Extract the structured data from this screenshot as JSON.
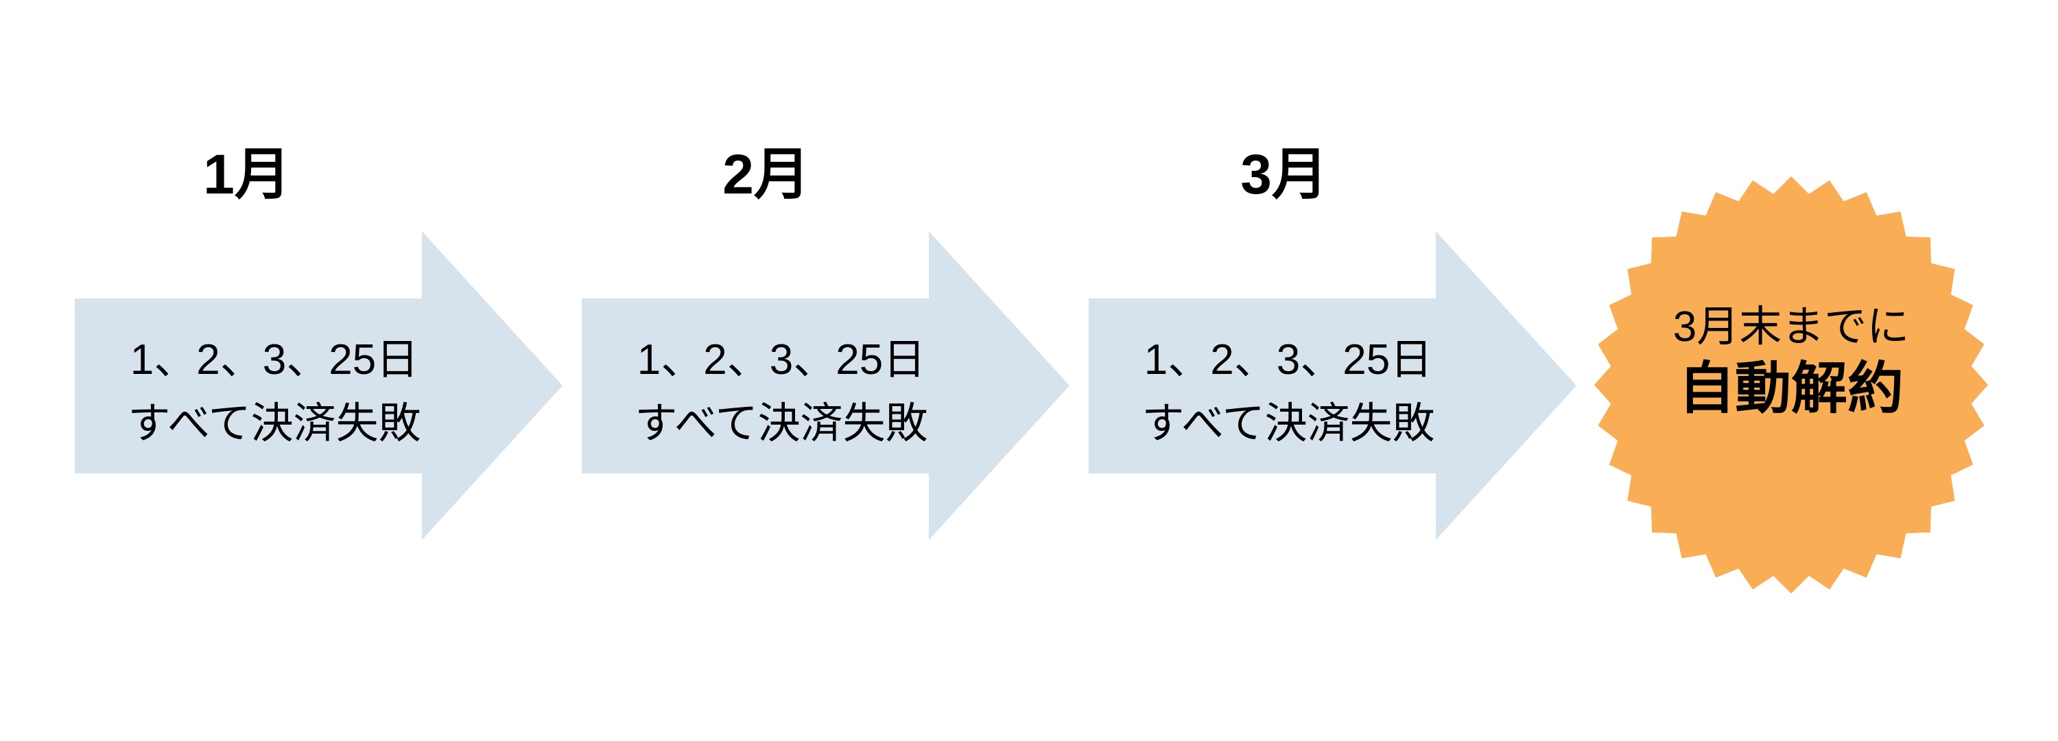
{
  "colors": {
    "background": "#ffffff",
    "arrow": "#d6e3ec",
    "badge": "#f9ad55",
    "text": "#000000"
  },
  "months": [
    {
      "label": "1月",
      "line1": "1、2、3、25日",
      "line2": "すべて決済失敗"
    },
    {
      "label": "2月",
      "line1": "1、2、3、25日",
      "line2": "すべて決済失敗"
    },
    {
      "label": "3月",
      "line1": "1、2、3、25日",
      "line2": "すべて決済失敗"
    }
  ],
  "badge": {
    "line1": "3月末までに",
    "line2": "自動解約"
  }
}
